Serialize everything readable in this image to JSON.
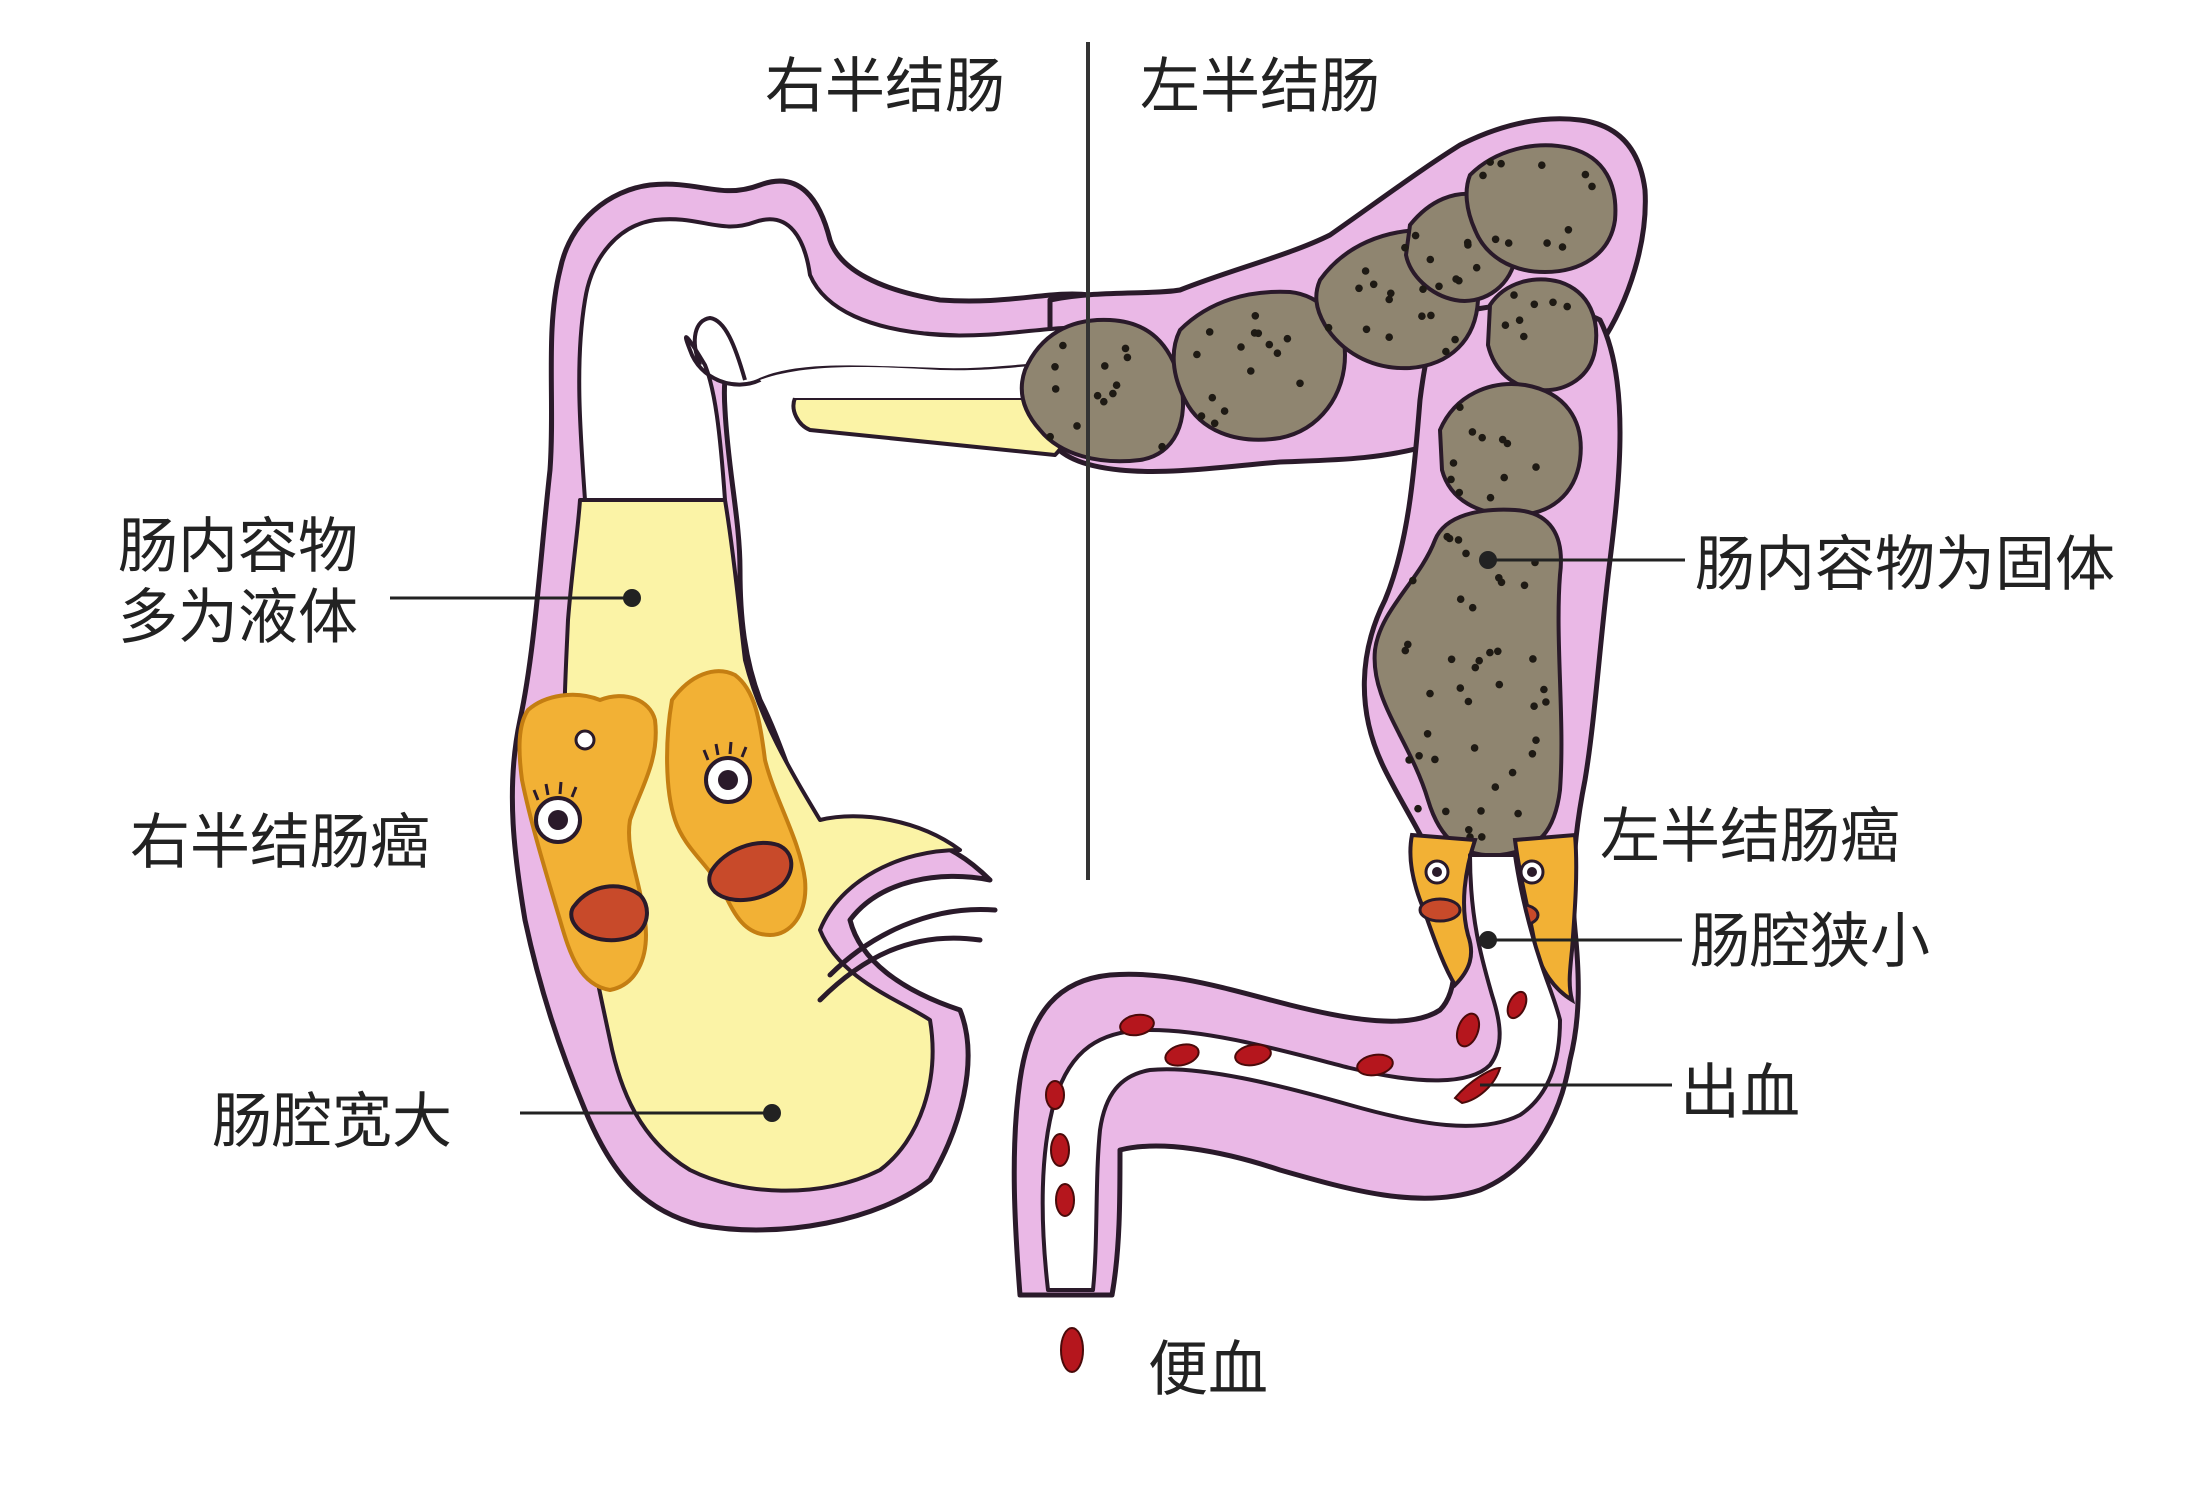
{
  "labels": {
    "right_colon": "右半结肠",
    "left_colon": "左半结肠",
    "right_contents_line1": "肠内容物",
    "right_contents_line2": "多为液体",
    "left_contents": "肠内容物为固体",
    "right_cancer": "右半结肠癌",
    "left_cancer": "左半结肠癌",
    "wide_lumen": "肠腔宽大",
    "narrow_lumen": "肠腔狭小",
    "bleeding": "出血",
    "blood_in_stool": "便血"
  },
  "colors": {
    "wall_fill": "#eab8e6",
    "wall_outline": "#2a1a2a",
    "liquid": "#fbf3a6",
    "tumor": "#f2b135",
    "tumor_edge": "#c47e12",
    "lips": "#c84a2a",
    "stool": "#8f8570",
    "stool_dots": "#1e1a14",
    "blood": "#b5161d",
    "leader_line": "#222222",
    "divider": "#333333"
  }
}
